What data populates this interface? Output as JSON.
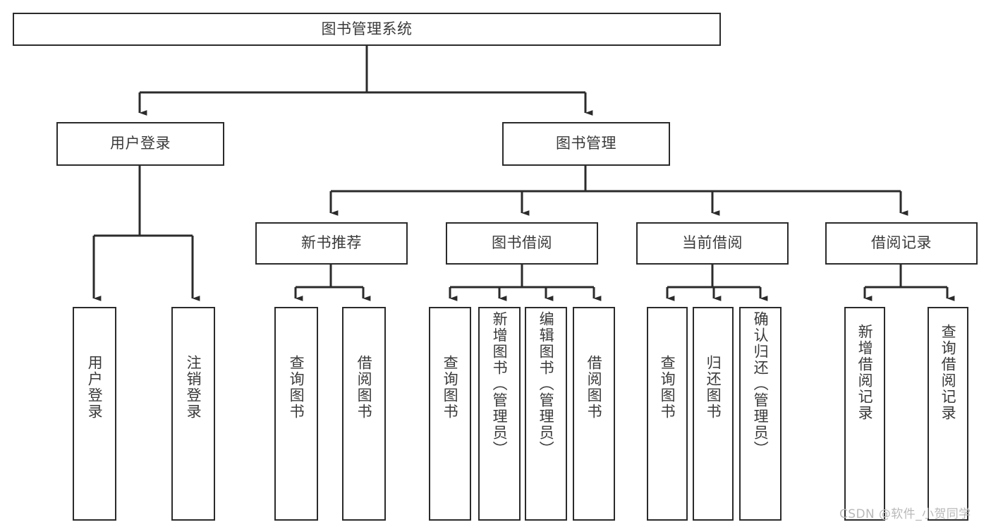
{
  "diagram": {
    "title": "图书管理系统",
    "type": "tree-hierarchy-chart",
    "stroke_color": "#2b2b2b",
    "text_color": "#3a3a3a",
    "background_color": "#ffffff"
  },
  "nodes": {
    "root": {
      "label": "图书管理系统"
    },
    "level2": [
      {
        "id": "user-login",
        "label": "用户登录"
      },
      {
        "id": "book-management",
        "label": "图书管理"
      }
    ],
    "level3": [
      {
        "id": "new-book-recommend",
        "label": "新书推荐"
      },
      {
        "id": "book-borrow",
        "label": "图书借阅"
      },
      {
        "id": "current-borrow",
        "label": "当前借阅"
      },
      {
        "id": "borrow-record",
        "label": "借阅记录"
      }
    ],
    "leaves": {
      "user_login": [
        {
          "id": "leaf-user-login",
          "label": "用户登录"
        },
        {
          "id": "leaf-logout-login",
          "label": "注销登录"
        }
      ],
      "new_book_recommend": [
        {
          "id": "leaf-query-book-1",
          "label": "查询图书"
        },
        {
          "id": "leaf-borrow-book-1",
          "label": "借阅图书"
        }
      ],
      "book_borrow": [
        {
          "id": "leaf-query-book-2",
          "label": "查询图书"
        },
        {
          "id": "leaf-add-book",
          "label": "新增图书（管理员）"
        },
        {
          "id": "leaf-edit-book",
          "label": "编辑图书（管理员）"
        },
        {
          "id": "leaf-borrow-book-2",
          "label": "借阅图书"
        }
      ],
      "current_borrow": [
        {
          "id": "leaf-query-book-3",
          "label": "查询图书"
        },
        {
          "id": "leaf-return-book",
          "label": "归还图书"
        },
        {
          "id": "leaf-confirm-return",
          "label": "确认归还（管理员）"
        }
      ],
      "borrow_record": [
        {
          "id": "leaf-add-record",
          "label": "新增借阅记录"
        },
        {
          "id": "leaf-query-record",
          "label": "查询借阅记录"
        }
      ]
    }
  },
  "watermark": {
    "text": "CSDN @软件_小贺同学"
  }
}
